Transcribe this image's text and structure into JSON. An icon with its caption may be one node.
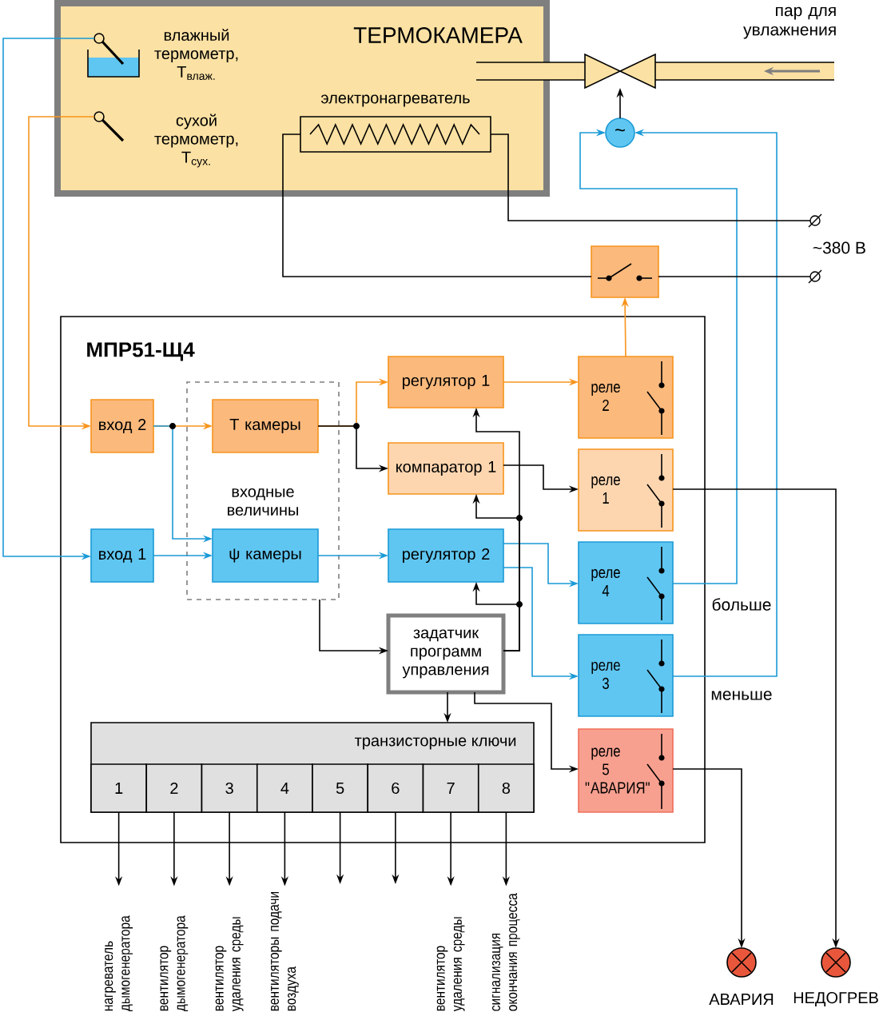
{
  "diagram": {
    "nodes": [
      {
        "text": [
          "ТЕРМОКАМЕРА"
        ]
      },
      {
        "text": [
          "влажный термометр, Т$_{влаж.}$"
        ],
        "in": 0
      },
      {
        "text": [
          "сухой термометр, Т$_{сух.}$"
        ],
        "in": 0
      },
      {
        "text": [
          "электронагреватель"
        ],
        "in": 0
      },
      {
        "text": [],
        "shape": "valve"
      },
      {
        "text": [
          "~"
        ]
      },
      {
        "text": [],
        "shape": "box"
      },
      {
        "text": [],
        "shape": "terminal"
      },
      {
        "text": [],
        "shape": "terminal"
      },
      {
        "text": [
          "МПР51-Щ4"
        ]
      },
      {
        "text": [
          "вход 2"
        ],
        "in": 9
      },
      {
        "text": [
          "входные величины"
        ],
        "in": 9
      },
      {
        "text": [
          "Т камеры"
        ],
        "in": 11
      },
      {
        "text": [
          "регулятор 1"
        ],
        "in": 9
      },
      {
        "text": [
          "реле 2"
        ],
        "in": 9
      },
      {
        "text": [
          "компаратор 1"
        ],
        "in": 9
      },
      {
        "text": [
          "реле 1"
        ],
        "in": 9
      },
      {
        "text": [
          "вход 1"
        ],
        "in": 9
      },
      {
        "text": [
          "ψ камеры"
        ],
        "in": 11
      },
      {
        "text": [
          "регулятор 2"
        ],
        "in": 9
      },
      {
        "text": [
          "реле 4"
        ],
        "in": 9
      },
      {
        "text": [
          "задатчик программ управления"
        ],
        "in": 9
      },
      {
        "text": [
          "реле 3"
        ],
        "in": 9
      },
      {
        "text": [
          "транзисторные ключи"
        ],
        "in": 9
      },
      {
        "text": [
          "1"
        ],
        "in": 23
      },
      {
        "text": [
          "2"
        ],
        "in": 23
      },
      {
        "text": [
          "3"
        ],
        "in": 23
      },
      {
        "text": [
          "4"
        ],
        "in": 23
      },
      {
        "text": [
          "5"
        ],
        "in": 23
      },
      {
        "text": [
          "6"
        ],
        "in": 23
      },
      {
        "text": [
          "7"
        ],
        "in": 23
      },
      {
        "text": [
          "8"
        ],
        "in": 23
      },
      {
        "text": [
          "реле 5 \"АВАРИЯ\""
        ],
        "in": 9
      },
      {
        "text": [
          "нагреватель дымогенератора"
        ]
      },
      {
        "text": [
          "вентилятор дымогенератора"
        ]
      },
      {
        "text": [
          "вентилятор удаления среды"
        ]
      },
      {
        "text": [
          "вентиляторы подачи воздуха"
        ]
      },
      {
        "text": [
          "вентилятор удаления среды"
        ]
      },
      {
        "text": [
          "сигнализация окончания процесса"
        ]
      },
      {
        "text": [],
        "shape": "lamp",
        "beside": [
          "АВАРИЯ"
        ]
      },
      {
        "text": [],
        "shape": "lamp",
        "beside": [
          "НЕДОГРЕВ"
        ]
      }
    ],
    "edges": [
      {
        "from": 1,
        "to": 17,
        "arrow": "to",
        "color": "#1b9ad6"
      },
      {
        "from": 2,
        "to": 10,
        "arrow": "to",
        "color": "#f7941d"
      },
      {
        "from": 10,
        "to": 12,
        "arrow": "to",
        "color": "#f7941d"
      },
      {
        "from": 10,
        "to": 18,
        "arrow": "to",
        "color": "#1b9ad6"
      },
      {
        "from": 17,
        "to": 18,
        "arrow": "to",
        "color": "#1b9ad6"
      },
      {
        "from": 12,
        "to": 13,
        "arrow": "to",
        "color": "#f7941d"
      },
      {
        "from": 12,
        "to": 15,
        "arrow": "to"
      },
      {
        "from": 18,
        "to": 19,
        "arrow": "to",
        "color": "#1b9ad6"
      },
      {
        "from": 13,
        "to": 14,
        "arrow": "to",
        "color": "#f7941d"
      },
      {
        "from": 15,
        "to": 16,
        "arrow": "to"
      },
      {
        "from": 19,
        "to": 20,
        "arrow": "to",
        "color": "#1b9ad6"
      },
      {
        "from": 19,
        "to": 22,
        "arrow": "to",
        "color": "#1b9ad6"
      },
      {
        "from": 11,
        "to": 21,
        "arrow": "to"
      },
      {
        "from": 21,
        "to": 13,
        "arrow": "to"
      },
      {
        "from": 21,
        "to": 15,
        "arrow": "to"
      },
      {
        "from": 21,
        "to": 19,
        "arrow": "to"
      },
      {
        "from": 21,
        "to": 23,
        "arrow": "to"
      },
      {
        "from": 21,
        "to": 32,
        "arrow": "to"
      },
      {
        "from": 14,
        "to": 6,
        "arrow": "to",
        "color": "#f7941d"
      },
      {
        "from": 20,
        "to": 5,
        "arrow": "to",
        "color": "#1b9ad6",
        "label": "больше"
      },
      {
        "from": 22,
        "to": 5,
        "arrow": "to",
        "color": "#1b9ad6",
        "label": "меньше"
      },
      {
        "from": 5,
        "to": 4,
        "arrow": "to"
      },
      {
        "from": 3,
        "to": 7,
        "arrow": "none"
      },
      {
        "from": 3,
        "to": 6,
        "arrow": "none"
      },
      {
        "from": 6,
        "to": 8,
        "arrow": "none"
      },
      {
        "from": 16,
        "to": 40,
        "arrow": "to"
      },
      {
        "from": 32,
        "to": 39,
        "arrow": "to"
      },
      {
        "from": 24,
        "to": 33,
        "arrow": "to"
      },
      {
        "from": 25,
        "to": 34,
        "arrow": "to"
      },
      {
        "from": 26,
        "to": 35,
        "arrow": "to"
      },
      {
        "from": 27,
        "to": 36,
        "arrow": "to"
      },
      {
        "from": 28,
        "to": null,
        "arrow": "to"
      },
      {
        "from": 29,
        "to": null,
        "arrow": "to"
      },
      {
        "from": 30,
        "to": 37,
        "arrow": "to"
      },
      {
        "from": 31,
        "to": 38,
        "arrow": "to"
      }
    ],
    "labels": [
      "пар для увлажнения",
      "~380 В"
    ]
  }
}
